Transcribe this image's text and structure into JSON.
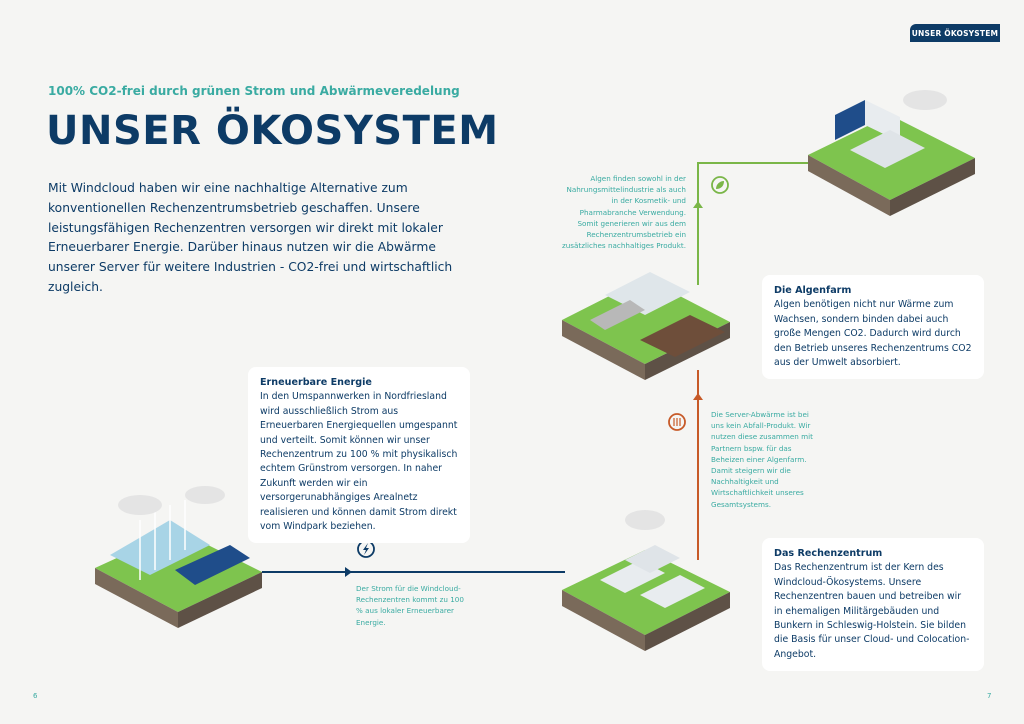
{
  "header": {
    "badge": "UNSER ÖKOSYSTEM"
  },
  "subtitle": "100% CO2-frei durch grünen Strom und Abwärmeveredelung",
  "title": "UNSER ÖKOSYSTEM",
  "intro": "Mit Windcloud haben wir eine nachhaltige Alternative zum konventionellen Rechenzentrumsbetrieb geschaffen. Unsere leistungsfähigen Rechenzentren versorgen wir direkt mit lokaler Erneuerbarer Energie. Darüber hinaus nutzen wir die Abwärme unserer Server für weitere Industrien - CO2-frei und wirtschaftlich zugleich.",
  "cards": {
    "energie": {
      "title": "Erneuerbare Energie",
      "text": "In den Umspannwerken in Nordfriesland wird ausschließlich Strom aus Erneuerbaren Energiequellen umgespannt und verteilt. Somit können wir unser Rechenzentrum zu 100 % mit physikalisch echtem Grünstrom versorgen. In naher Zukunft werden wir ein versorgerunabhängiges Arealnetz realisieren und können damit Strom direkt vom Windpark beziehen."
    },
    "algenfarm": {
      "title": "Die Algenfarm",
      "text": "Algen benötigen nicht nur Wärme zum Wachsen, sondern binden dabei auch große Mengen CO2. Dadurch wird durch den Betrieb unseres Rechenzentrums CO2 aus der Umwelt absorbiert."
    },
    "rechenzentrum": {
      "title": "Das Rechenzentrum",
      "text": "Das Rechenzentrum ist der Kern des Windcloud-Ökosystems. Unsere Rechenzentren bauen und betreiben wir in ehemaligen Militärgebäuden und Bunkern in Schleswig-Holstein. Sie bilden die Basis für unser Cloud- und Colocation-Angebot."
    }
  },
  "notes": {
    "algen": "Algen finden sowohl in der Nahrungsmittelindustrie als auch in der Kosmetik- und Pharmabranche Verwendung. Somit generieren wir aus dem Rechenzentrumsbetrieb ein zusätzliches nachhaltiges Produkt.",
    "abwaerme": "Die Server-Abwärme ist bei uns kein Abfall-Produkt. Wir nutzen diese zusammen mit Partnern bspw. für das Beheizen einer Algenfarm. Damit steigern wir die Nachhaltigkeit und Wirtschaftlichkeit unseres Gesamtsystems.",
    "strom": "Der Strom für die Windcloud-Rechenzentren kommt zu 100 % aus lokaler Erneuerbarer Energie."
  },
  "page_numbers": {
    "left": "6",
    "right": "7"
  },
  "colors": {
    "navy": "#0d3b66",
    "teal": "#3aaba2",
    "green": "#7ab648",
    "orange": "#c75a28"
  }
}
